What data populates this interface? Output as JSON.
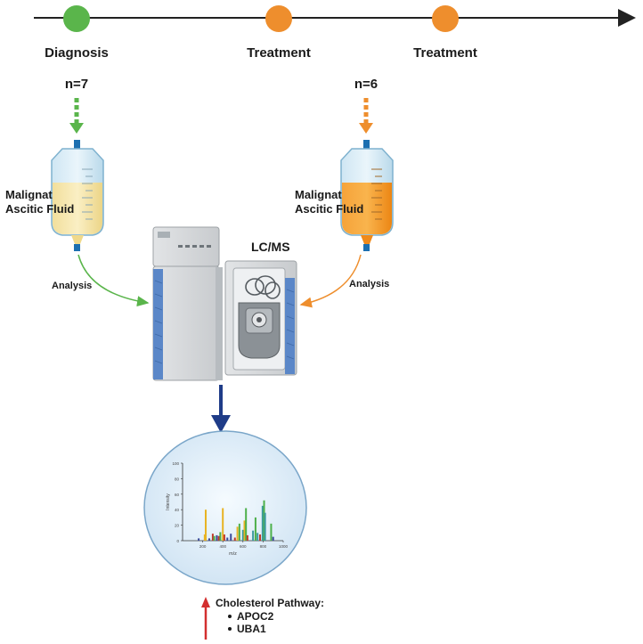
{
  "colors": {
    "diagnosis": "#5ab54b",
    "treatment": "#ee8e2d",
    "arrow_blue": "#1f3c88",
    "arrow_red": "#d32f2f",
    "fluid_pale": "#f4e5a8",
    "fluid_orange": "#f7941d",
    "machine_blue": "#5b87c8"
  },
  "timeline": {
    "points": [
      {
        "label": "Diagnosis",
        "color": "#5ab54b"
      },
      {
        "label": "Treatment",
        "color": "#ee8e2d"
      },
      {
        "label": "Treatment",
        "color": "#ee8e2d"
      }
    ]
  },
  "samples": {
    "left": {
      "n": "n=7",
      "fluid_label": "Malignat\nAscitic Fluid",
      "analysis": "Analysis"
    },
    "right": {
      "n": "n=6",
      "fluid_label": "Malignat\nAscitic Fluid",
      "analysis": "Analysis"
    }
  },
  "instrument": {
    "label": "LC/MS"
  },
  "spectrum": {
    "ylabel": "Intensity",
    "xlabel": "m/z",
    "y_ticks": [
      "0",
      "20",
      "40",
      "60",
      "80",
      "100"
    ],
    "x_ticks": [
      "200",
      "400",
      "600",
      "800",
      "1000"
    ]
  },
  "result": {
    "title": "Cholesterol Pathway:",
    "items": [
      "APOC2",
      "UBA1"
    ]
  },
  "chart_data": {
    "type": "bar",
    "xlabel": "m/z",
    "ylabel": "Intensity",
    "xlim": [
      0,
      1000
    ],
    "ylim": [
      0,
      100
    ],
    "peaks": [
      {
        "x": 160,
        "y": 3,
        "color": "#3b4a9a"
      },
      {
        "x": 220,
        "y": 8,
        "color": "#e8b323"
      },
      {
        "x": 230,
        "y": 40,
        "color": "#e8b323"
      },
      {
        "x": 265,
        "y": 3,
        "color": "#3b4a9a"
      },
      {
        "x": 300,
        "y": 9,
        "color": "#c0392b"
      },
      {
        "x": 315,
        "y": 6,
        "color": "#4db04a"
      },
      {
        "x": 340,
        "y": 7,
        "color": "#3b4a9a"
      },
      {
        "x": 360,
        "y": 6,
        "color": "#c0392b"
      },
      {
        "x": 375,
        "y": 11,
        "color": "#4db04a"
      },
      {
        "x": 400,
        "y": 42,
        "color": "#e8b323"
      },
      {
        "x": 415,
        "y": 8,
        "color": "#c0392b"
      },
      {
        "x": 445,
        "y": 4,
        "color": "#3b4a9a"
      },
      {
        "x": 480,
        "y": 9,
        "color": "#3b4a9a"
      },
      {
        "x": 520,
        "y": 4,
        "color": "#c0392b"
      },
      {
        "x": 545,
        "y": 18,
        "color": "#e8b323"
      },
      {
        "x": 565,
        "y": 22,
        "color": "#4db04a"
      },
      {
        "x": 600,
        "y": 14,
        "color": "#3b9aa0"
      },
      {
        "x": 615,
        "y": 26,
        "color": "#e8b323"
      },
      {
        "x": 630,
        "y": 42,
        "color": "#4db04a"
      },
      {
        "x": 645,
        "y": 7,
        "color": "#c0392b"
      },
      {
        "x": 700,
        "y": 13,
        "color": "#3b9aa0"
      },
      {
        "x": 725,
        "y": 30,
        "color": "#4db04a"
      },
      {
        "x": 745,
        "y": 10,
        "color": "#3b9aa0"
      },
      {
        "x": 770,
        "y": 8,
        "color": "#c0392b"
      },
      {
        "x": 795,
        "y": 45,
        "color": "#3b9aa0"
      },
      {
        "x": 810,
        "y": 52,
        "color": "#4db04a"
      },
      {
        "x": 820,
        "y": 36,
        "color": "#3b9aa0"
      },
      {
        "x": 880,
        "y": 22,
        "color": "#4db04a"
      },
      {
        "x": 900,
        "y": 5,
        "color": "#3b4a9a"
      }
    ]
  }
}
